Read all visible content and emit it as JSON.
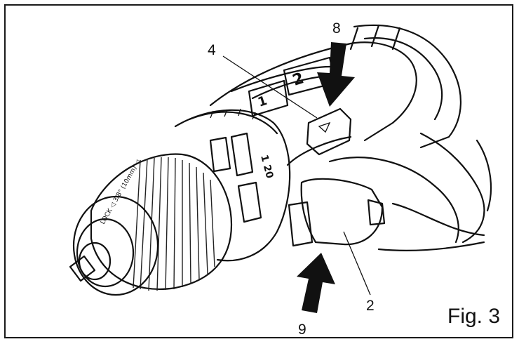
{
  "figure": {
    "label": "Fig. 3",
    "callouts": [
      {
        "id": "c8",
        "text": "8"
      },
      {
        "id": "c4",
        "text": "4"
      },
      {
        "id": "c2",
        "text": "2"
      },
      {
        "id": "c9",
        "text": "9"
      }
    ]
  },
  "colors": {
    "ink": "#111111",
    "background": "#ffffff"
  }
}
